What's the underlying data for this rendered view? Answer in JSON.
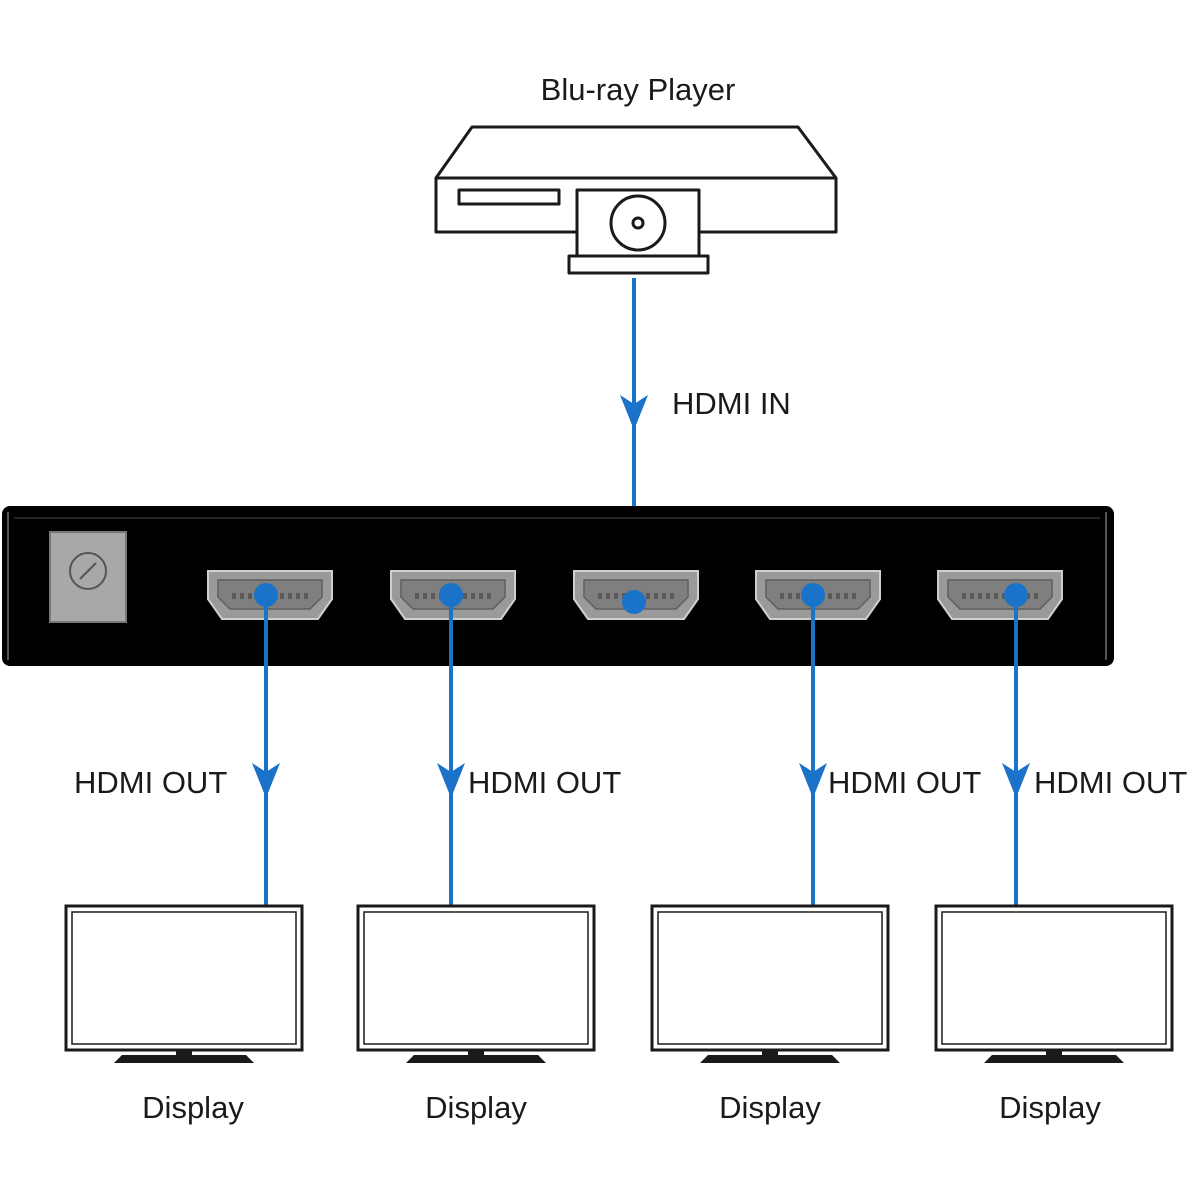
{
  "source": {
    "label": "Blu-ray Player",
    "input_label": "HDMI IN",
    "icon": "blu-ray-player-icon"
  },
  "splitter": {
    "icon": "hdmi-splitter-icon",
    "power_icon": "power-jack-icon",
    "port_icon": "hdmi-port-icon",
    "port_count": 5
  },
  "outputs": [
    {
      "cable_label": "HDMI OUT",
      "display_label": "Display"
    },
    {
      "cable_label": "HDMI OUT",
      "display_label": "Display"
    },
    {
      "cable_label": "HDMI OUT",
      "display_label": "Display"
    },
    {
      "cable_label": "HDMI OUT",
      "display_label": "Display"
    }
  ],
  "colors": {
    "cable": "#1a73c8",
    "device_body": "#000000",
    "device_outline": "#1a1a1a",
    "port_fill": "#9a9a9a",
    "power_fill": "#a8a8a8",
    "screen_fill": "#ffffff"
  }
}
